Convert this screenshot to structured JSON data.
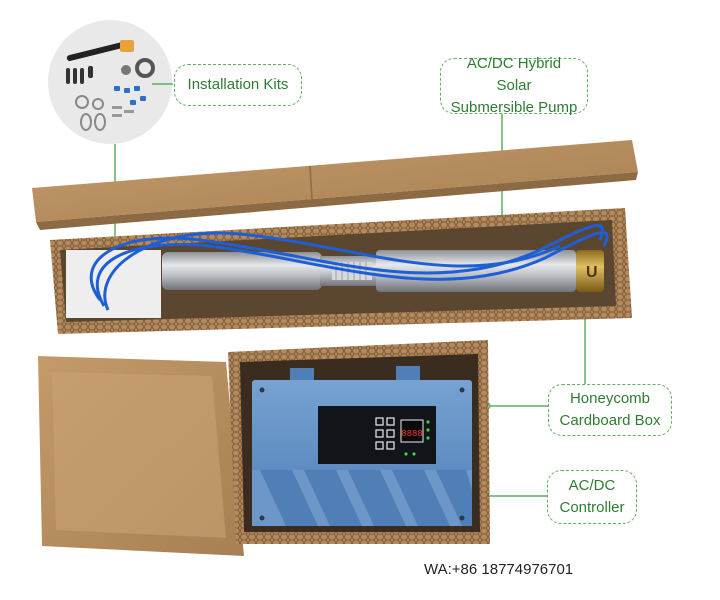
{
  "labels": {
    "installation_kits": "Installation Kits",
    "pump_line1": "AC/DC Hybrid Solar",
    "pump_line2": "Submersible Pump",
    "box_line1": "Honeycomb",
    "box_line2": "Cardboard Box",
    "controller_line1": "AC/DC",
    "controller_line2": "Controller"
  },
  "display_readout": "8888",
  "contact": "WA:+86 18774976701",
  "colors": {
    "callout": "#5fb05f",
    "cardboard": "#b48a5c",
    "controller_blue": "#5e8fc6",
    "cable_blue": "#1f5fd6",
    "pump_steel": "#b9bcc0"
  }
}
